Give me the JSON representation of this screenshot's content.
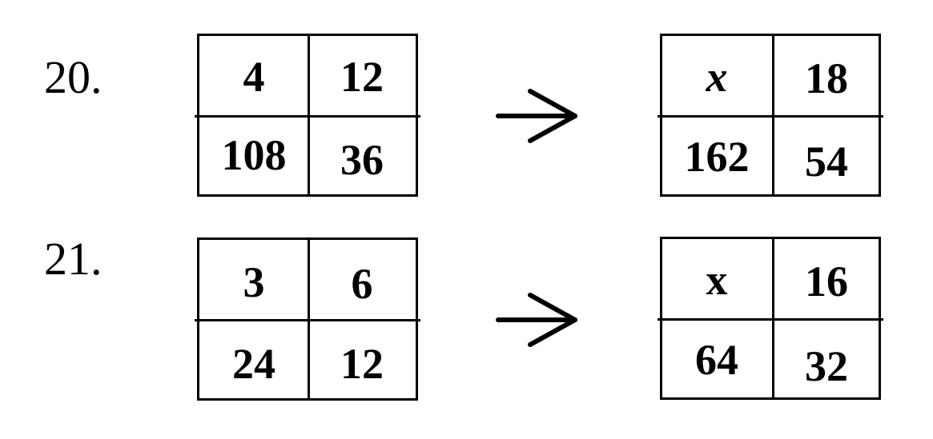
{
  "problems": [
    {
      "number": "20.",
      "left_grid": [
        "4",
        "12",
        "108",
        "36"
      ],
      "right_grid": [
        "x",
        "18",
        "162",
        "54"
      ],
      "right_unknown_italic": true
    },
    {
      "number": "21.",
      "left_grid": [
        "3",
        "6",
        "24",
        "12"
      ],
      "right_grid": [
        "x",
        "16",
        "64",
        "32"
      ],
      "right_unknown_italic": false
    }
  ],
  "arrow_icon": "right-arrow-icon"
}
